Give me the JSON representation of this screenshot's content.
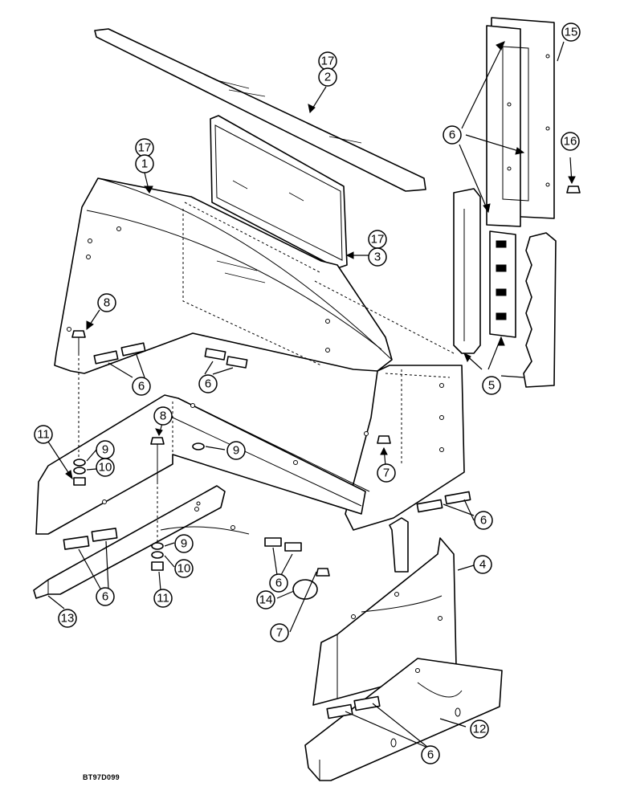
{
  "diagram_code": "BT97D099",
  "callouts": {
    "c17_top": "17",
    "c2": "2",
    "c17_mid": "17",
    "c1": "1",
    "c17_glass": "17",
    "c3": "3",
    "c15": "15",
    "c16": "16",
    "c6_top": "6",
    "c5": "5",
    "c8_top": "8",
    "c6_a": "6",
    "c6_b": "6",
    "c11_left": "11",
    "c8_low": "8",
    "c9_left": "9",
    "c10_left": "10",
    "c9_mid": "9",
    "c7_right": "7",
    "c6_right": "6",
    "c9_low": "9",
    "c10_low": "10",
    "c11_low": "11",
    "c6_left": "6",
    "c13": "13",
    "c6_center": "6",
    "c4": "4",
    "c14": "14",
    "c7_low": "7",
    "c12": "12",
    "c6_bottom": "6"
  }
}
